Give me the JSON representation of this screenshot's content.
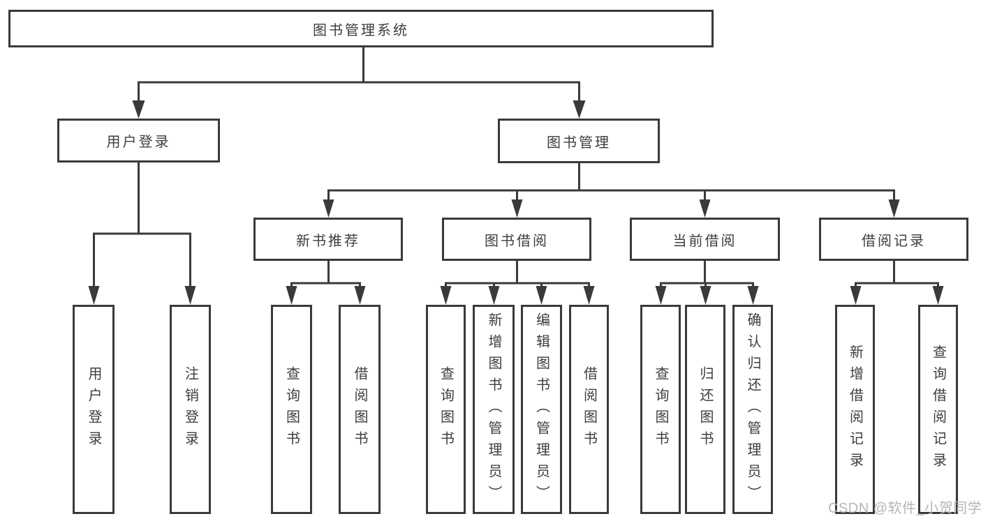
{
  "tree": {
    "root": "图书管理系统",
    "branches": [
      {
        "label": "用户登录",
        "children": [
          {
            "label": "用户登录"
          },
          {
            "label": "注销登录"
          }
        ]
      },
      {
        "label": "图书管理",
        "sections": [
          {
            "label": "新书推荐",
            "children": [
              {
                "label": "查询图书"
              },
              {
                "label": "借阅图书"
              }
            ]
          },
          {
            "label": "图书借阅",
            "children": [
              {
                "label": "查询图书"
              },
              {
                "label": "新增图书（管理员）"
              },
              {
                "label": "编辑图书（管理员）"
              },
              {
                "label": "借阅图书"
              }
            ]
          },
          {
            "label": "当前借阅",
            "children": [
              {
                "label": "查询图书"
              },
              {
                "label": "归还图书"
              },
              {
                "label": "确认归还（管理员）"
              }
            ]
          },
          {
            "label": "借阅记录",
            "children": [
              {
                "label": "新增借阅记录"
              },
              {
                "label": "查询借阅记录"
              }
            ]
          }
        ]
      }
    ]
  },
  "watermark": "CSDN @软件_小贺同学",
  "colors": {
    "line": "#3a3a3a",
    "text": "#3d3d3d",
    "watermark": "#b5b5b5",
    "bg": "#ffffff"
  }
}
